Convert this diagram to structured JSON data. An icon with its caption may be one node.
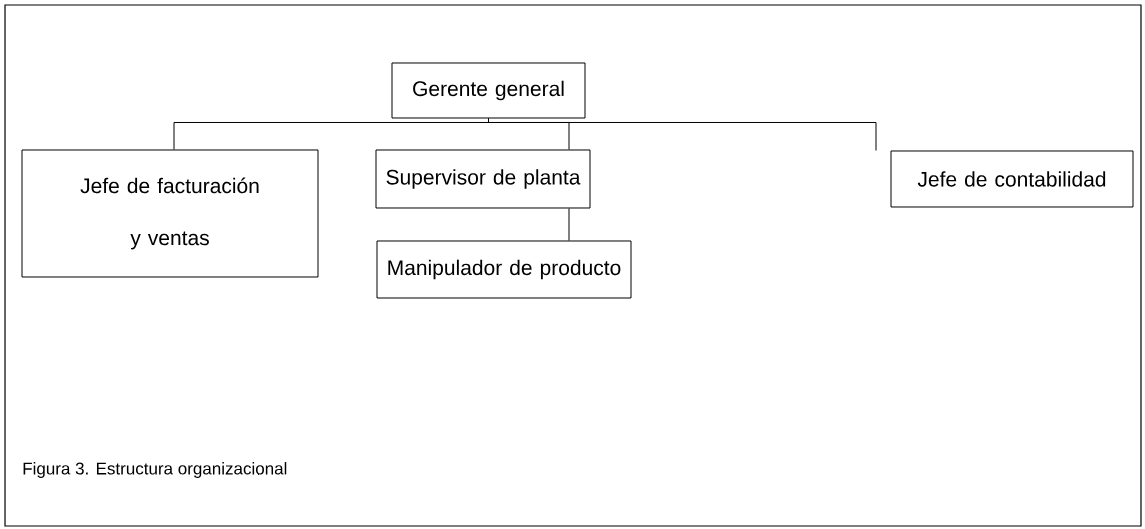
{
  "diagram": {
    "caption": "Figura 3. Estructura organizacional",
    "nodes": [
      {
        "text": [
          "Gerente general"
        ]
      },
      {
        "text": [
          "Jefe de facturación y ventas"
        ]
      },
      {
        "text": [
          "Supervisor de planta"
        ]
      },
      {
        "text": [
          "Jefe de contabilidad"
        ]
      },
      {
        "text": [
          "Manipulador de producto"
        ]
      }
    ],
    "edges": [
      {
        "from": 0,
        "to": 1,
        "arrow": "none"
      },
      {
        "from": 0,
        "to": 2,
        "arrow": "none"
      },
      {
        "from": 0,
        "to": 3,
        "arrow": "none"
      },
      {
        "from": 2,
        "to": 4,
        "arrow": "none"
      }
    ]
  }
}
